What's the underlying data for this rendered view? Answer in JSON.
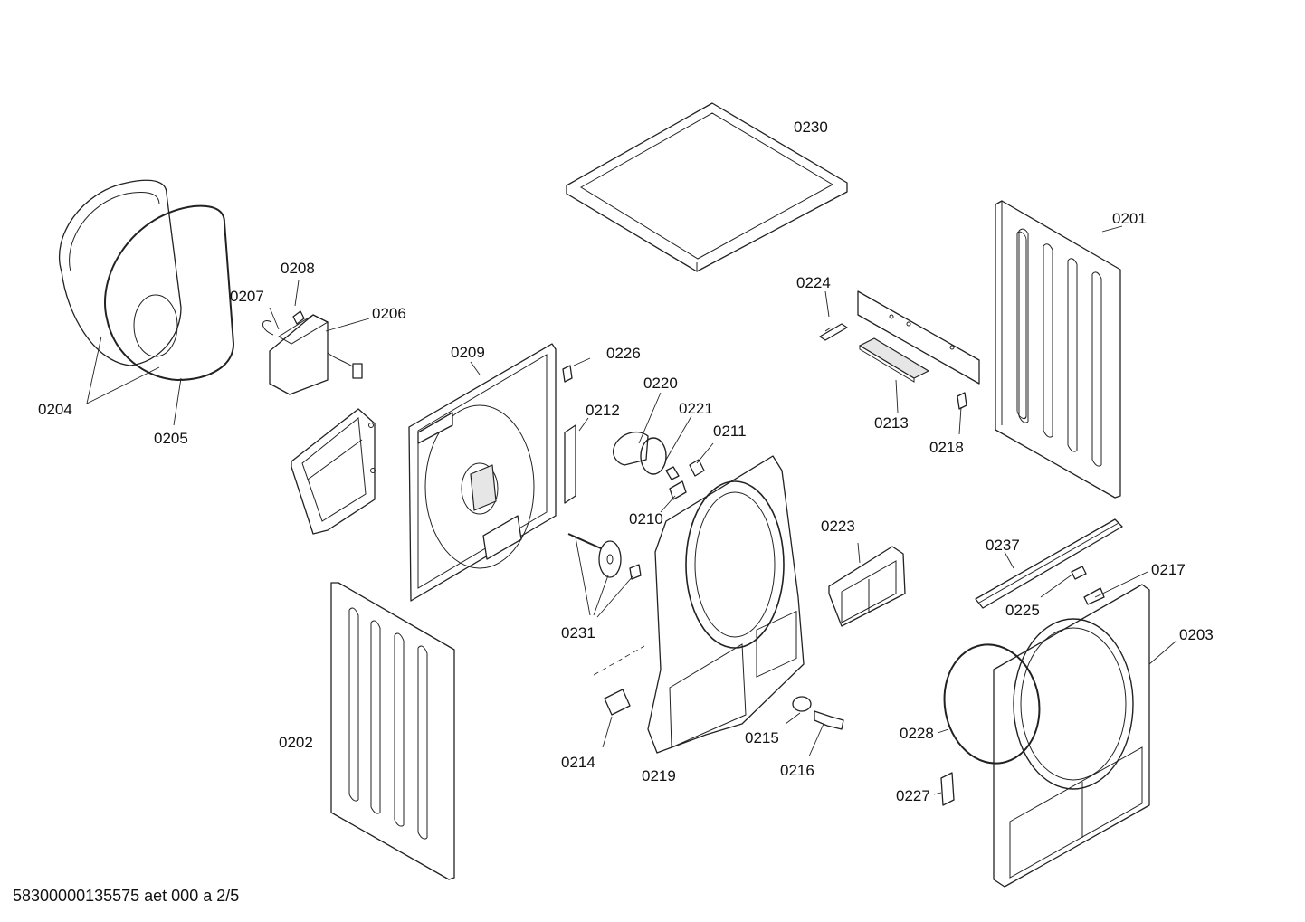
{
  "footer": "58300000135575 aet 000 a 2/5",
  "parts": [
    {
      "id": "0230",
      "label": "0230"
    },
    {
      "id": "0201",
      "label": "0201"
    },
    {
      "id": "0224",
      "label": "0224"
    },
    {
      "id": "0213",
      "label": "0213"
    },
    {
      "id": "0218",
      "label": "0218"
    },
    {
      "id": "0208",
      "label": "0208"
    },
    {
      "id": "0207",
      "label": "0207"
    },
    {
      "id": "0206",
      "label": "0206"
    },
    {
      "id": "0204",
      "label": "0204"
    },
    {
      "id": "0205",
      "label": "0205"
    },
    {
      "id": "0209",
      "label": "0209"
    },
    {
      "id": "0226",
      "label": "0226"
    },
    {
      "id": "0220",
      "label": "0220"
    },
    {
      "id": "0221",
      "label": "0221"
    },
    {
      "id": "0211",
      "label": "0211"
    },
    {
      "id": "0212",
      "label": "0212"
    },
    {
      "id": "0210",
      "label": "0210"
    },
    {
      "id": "0223",
      "label": "0223"
    },
    {
      "id": "0237",
      "label": "0237"
    },
    {
      "id": "0217",
      "label": "0217"
    },
    {
      "id": "0225",
      "label": "0225"
    },
    {
      "id": "0203",
      "label": "0203"
    },
    {
      "id": "0231",
      "label": "0231"
    },
    {
      "id": "0202",
      "label": "0202"
    },
    {
      "id": "0214",
      "label": "0214"
    },
    {
      "id": "0219",
      "label": "0219"
    },
    {
      "id": "0215",
      "label": "0215"
    },
    {
      "id": "0216",
      "label": "0216"
    },
    {
      "id": "0228",
      "label": "0228"
    },
    {
      "id": "0227",
      "label": "0227"
    }
  ]
}
